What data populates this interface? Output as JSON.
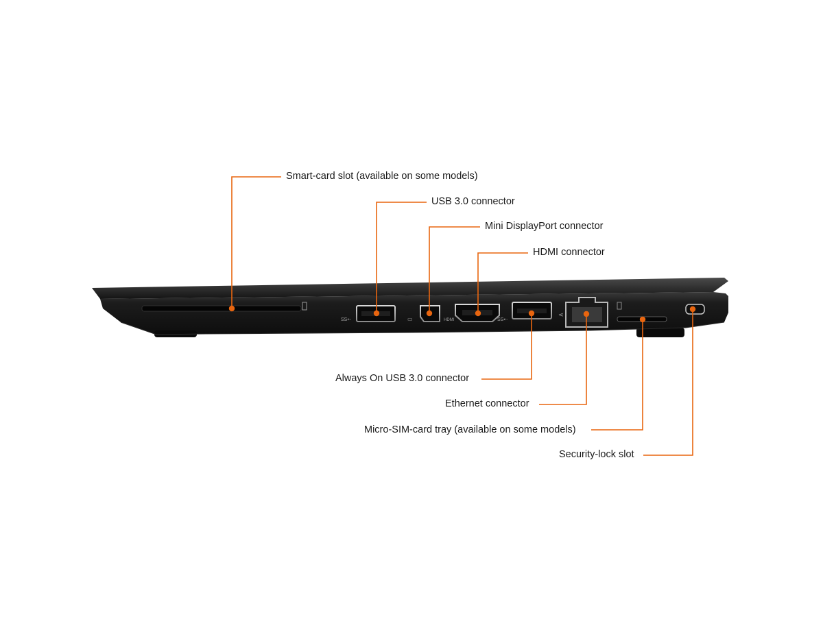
{
  "accent_color": "#e8650f",
  "port_glyphs": {
    "usb_left": "SS←",
    "usb_right": "SS←",
    "hdmi": "HDMI"
  },
  "callouts": [
    {
      "id": "smart-card-slot",
      "label": "Smart-card slot (available on some models)"
    },
    {
      "id": "usb-3-connector",
      "label": "USB 3.0 connector"
    },
    {
      "id": "mini-displayport-connector",
      "label": "Mini DisplayPort connector"
    },
    {
      "id": "hdmi-connector",
      "label": "HDMI connector"
    },
    {
      "id": "always-on-usb-connector",
      "label": "Always On USB 3.0 connector"
    },
    {
      "id": "ethernet-connector",
      "label": "Ethernet connector"
    },
    {
      "id": "micro-sim-tray",
      "label": "Micro-SIM-card tray (available on some models)"
    },
    {
      "id": "security-lock-slot",
      "label": "Security-lock slot"
    }
  ]
}
